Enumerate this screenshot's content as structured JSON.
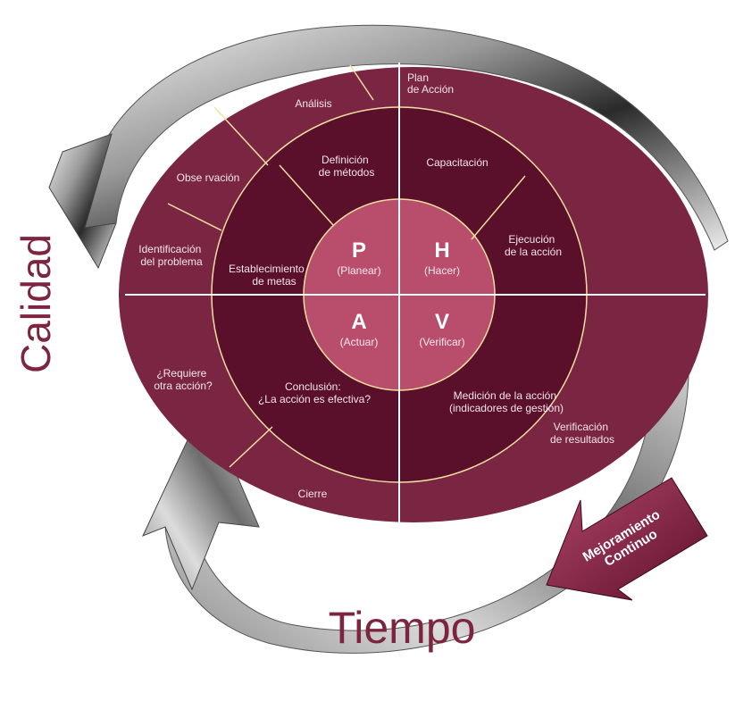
{
  "colors": {
    "outer": "#7a2642",
    "middle": "#5a0f2a",
    "inner": "#b84d6c",
    "line": "#f3dfa0",
    "title": "#7d2540"
  },
  "titles": {
    "vertical": "Calidad",
    "horizontal": "Tiempo"
  },
  "badge": {
    "line1": "Mejoramiento",
    "line2": "Continuo"
  },
  "quadrants": {
    "p": {
      "letter": "P",
      "name": "(Planear)"
    },
    "h": {
      "letter": "H",
      "name": "(Hacer)"
    },
    "a": {
      "letter": "A",
      "name": "(Actuar)"
    },
    "v": {
      "letter": "V",
      "name": "(Verificar)"
    }
  },
  "middle_ring": {
    "definicion": [
      "Definición",
      "de métodos"
    ],
    "capacitacion": [
      "Capacitación"
    ],
    "ejecucion": [
      "Ejecución",
      "de la acción"
    ],
    "establecimiento": [
      "Establecimiento",
      "de metas"
    ],
    "conclusion": [
      "Conclusión:",
      "¿La acción es efectiva?"
    ],
    "medicion": [
      "Medición de la acción",
      "(indicadores de gestión)"
    ]
  },
  "outer_ring": {
    "analisis": [
      "Análisis"
    ],
    "plan": [
      "Plan",
      "de Acción"
    ],
    "observacion": [
      "Obse rvación"
    ],
    "identificacion": [
      "Identificación",
      "del problema"
    ],
    "requiere": [
      "¿Requiere",
      "otra acción?"
    ],
    "cierre": [
      "Cierre"
    ],
    "verificacion": [
      "Verificación",
      "de resultados"
    ]
  }
}
